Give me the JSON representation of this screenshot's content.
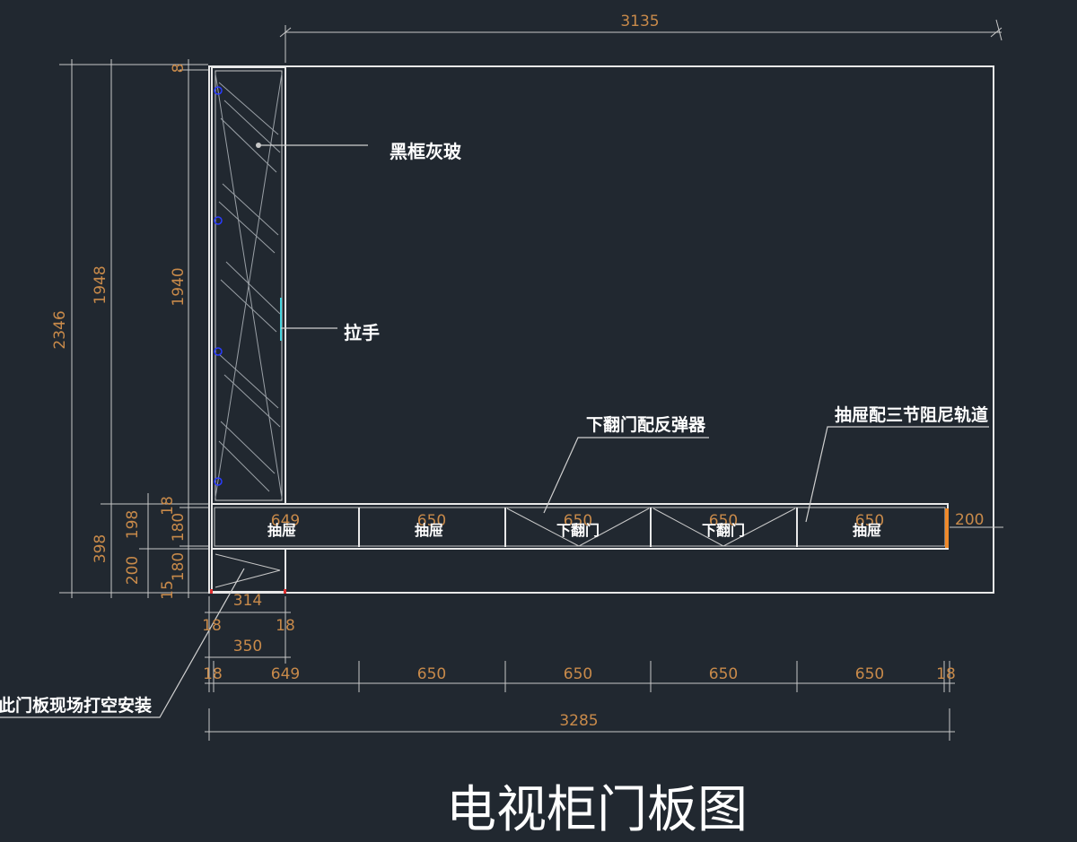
{
  "title": "电视柜门板图",
  "labels": {
    "glass": "黑框灰玻",
    "handle": "拉手",
    "flap_note": "下翻门配反弹器",
    "drawer_note": "抽屉配三节阻尼轨道",
    "door_note": "此门板现场打空安装"
  },
  "cells": [
    "抽屉",
    "抽屉",
    "下翻门",
    "下翻门",
    "抽屉"
  ],
  "cell_overlay_dims": [
    "649",
    "650",
    "650",
    "650",
    "650"
  ],
  "dims": {
    "top_width": "3135",
    "height_total": "2346",
    "height_1948": "1948",
    "height_398": "398",
    "height_1940": "1940",
    "h8": "8",
    "h18": "18",
    "h180a": "180",
    "h180b": "180",
    "h15": "15",
    "h198": "198",
    "h200": "200",
    "right_200": "200",
    "w314": "314",
    "w18a": "18",
    "w18b": "18",
    "w350": "350",
    "row_18_left": "18",
    "row_649": "649",
    "row_650a": "650",
    "row_650b": "650",
    "row_650c": "650",
    "row_650d": "650",
    "row_18_right": "18",
    "bottom_total": "3285"
  }
}
